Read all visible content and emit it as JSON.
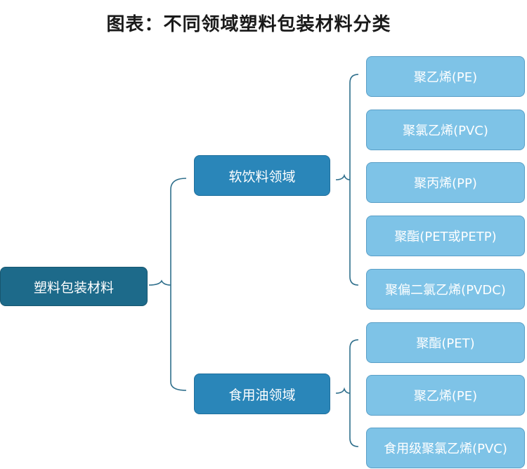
{
  "title": "图表：不同领域塑料包装材料分类",
  "root": {
    "label": "塑料包装材料"
  },
  "categories": [
    {
      "label": "软饮料领域",
      "items": [
        "聚乙烯(PE)",
        "聚氯乙烯(PVC)",
        "聚丙烯(PP)",
        "聚酯(PET或PETP)",
        "聚偏二氯乙烯(PVDC)"
      ]
    },
    {
      "label": "食用油领域",
      "items": [
        "聚酯(PET)",
        "聚乙烯(PE)",
        "食用级聚氯乙烯(PVC)"
      ]
    }
  ],
  "colors": {
    "root": "#1d6a8a",
    "category": "#2a86b9",
    "leaf": "#7ec3e7",
    "connector": "#2f6f8c"
  }
}
